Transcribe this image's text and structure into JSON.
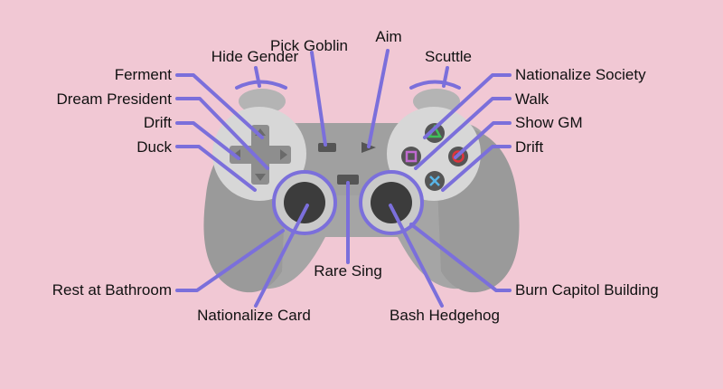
{
  "background": "#f1c8d4",
  "line_color": "#7b6fdb",
  "labels": {
    "ferment": "Ferment",
    "dream_president": "Dream President",
    "drift_left": "Drift",
    "duck": "Duck",
    "hide_gender": "Hide Gender",
    "pick_goblin": "Pick Goblin",
    "aim": "Aim",
    "scuttle": "Scuttle",
    "nationalize_society": "Nationalize Society",
    "walk": "Walk",
    "show_gm": "Show GM",
    "drift_right": "Drift",
    "rare_sing": "Rare Sing",
    "rest_at_bathroom": "Rest at Bathroom",
    "nationalize_card": "Nationalize Card",
    "bash_hedgehog": "Bash Hedgehog",
    "burn_capitol_building": "Burn Capitol Building"
  }
}
